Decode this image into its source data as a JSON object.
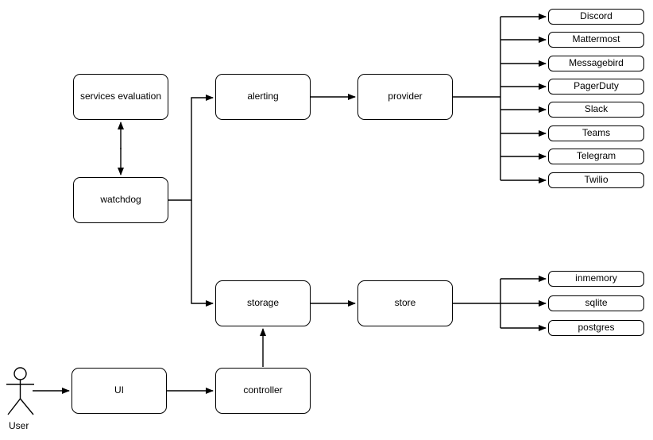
{
  "diagram": {
    "nodes": {
      "services_evaluation": "services evaluation",
      "watchdog": "watchdog",
      "alerting": "alerting",
      "provider": "provider",
      "storage": "storage",
      "store": "store",
      "ui": "UI",
      "controller": "controller"
    },
    "provider_targets": [
      "Discord",
      "Mattermost",
      "Messagebird",
      "PagerDuty",
      "Slack",
      "Teams",
      "Telegram",
      "Twilio"
    ],
    "store_targets": [
      "inmemory",
      "sqlite",
      "postgres"
    ],
    "actor": {
      "label": "User"
    },
    "colors": {
      "background": "#ffffff",
      "node_fill": "#ffffff",
      "stroke": "#000000",
      "text": "#000000"
    }
  }
}
